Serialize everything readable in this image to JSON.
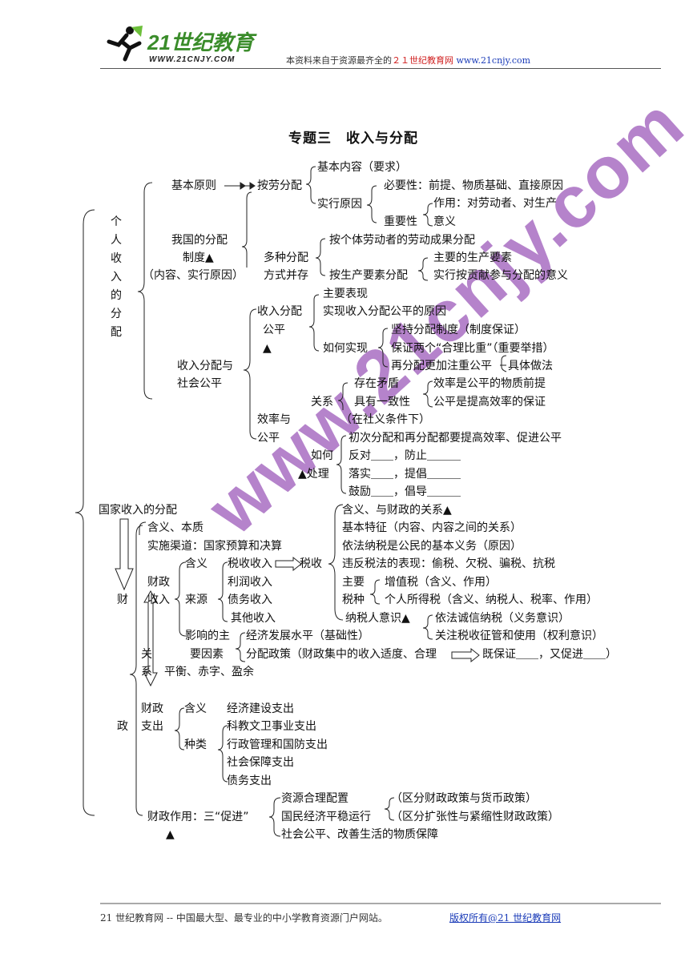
{
  "header": {
    "logo_brand": "21世纪教育",
    "logo_url": "WWW.21CNJY.COM",
    "note_prefix": "本资料来自于资源最齐全的",
    "note_site": "２１世纪教育网",
    "note_url": "www.21cnjy.com"
  },
  "title": "专题三　收入与分配",
  "left_vertical_1": [
    "个",
    "人",
    "收",
    "入",
    "的",
    "分",
    "配"
  ],
  "left_vertical_2": [
    "财",
    "政"
  ],
  "left_vertical_3": [
    "关",
    "系"
  ],
  "income": {
    "basic_principle": "基本原则",
    "by_labor": "按劳分配",
    "basic_content": "基本内容（要求）",
    "reasons": "实行原因",
    "necessity": "必要性：前提、物质基础、直接原因",
    "effect": "作用：对劳动者、对生产",
    "importance": "重要性",
    "meaning": "意义",
    "system_1": "我国的分配",
    "system_2": "制度▲",
    "system_3": "（内容、实行原因）",
    "multi_1": "多种分配",
    "multi_2": "方式并存",
    "by_individual": "按个体劳动者的劳动成果分配",
    "by_factors": "按生产要素分配",
    "main_factors": "主要的生产要素",
    "contribution": "实行按贡献参与分配的意义",
    "fair_1": "收入分配",
    "fair_2": "公平",
    "fair_3": "▲",
    "main_forms": "主要表现",
    "fair_reason": "实现收入分配公平的原因",
    "how_realize": "如何实现",
    "adhere": "坚持分配制度（制度保证）",
    "ensure_two": "保证两个“合理比重”（重要举措）",
    "redistribute": "再分配更加注重公平",
    "concrete": "具体做法",
    "social_1": "收入分配与",
    "social_2": "社会公平",
    "eff_1": "效率与",
    "eff_2": "公平",
    "relation": "关系",
    "contradiction": "存在矛盾",
    "consistency": "具有一致性",
    "socialism": "（在社义条件下）",
    "eff_base": "效率是公平的物质前提",
    "fair_guarantee": "公平是提高效率的保证",
    "how_1": "如何",
    "how_2": "▲处理",
    "both_improve": "初次分配和再分配都要提高效率、促进公平",
    "oppose": "反对＿＿，防止＿＿＿",
    "implement": "落实＿＿，提倡＿＿＿",
    "encourage": "鼓励＿＿，倡导＿＿＿"
  },
  "national": {
    "heading": "国家收入的分配",
    "meaning_essence": "含义、本质",
    "channel": "实施渠道：国家预算和决算",
    "revenue_1": "财政",
    "revenue_2": "收入",
    "meaning": "含义",
    "source": "来源",
    "tax_income": "税收收入",
    "profit_income": "利润收入",
    "debt_income": "债务收入",
    "other_income": "其他收入",
    "factors_1": "影响的主",
    "factors_2": "要因素",
    "econ_level": "经济发展水平（基础性）",
    "policy": "分配政策（财政集中的收入适度、合理",
    "both_ensure": "既保证＿＿，又促进＿＿）",
    "balance": "平衡、赤字、盈余",
    "tax": "税收",
    "tax_relation": "含义、与财政的关系▲",
    "tax_features": "基本特征（内容、内容之间的关系）",
    "tax_duty": "依法纳税是公民的基本义务（原因）",
    "tax_violation": "违反税法的表现：偷税、欠税、骗税、抗税",
    "major_1": "主要",
    "major_2": "税种",
    "vat": "增值税（含义、作用）",
    "iit": "个人所得税（含义、纳税人、税率、作用）",
    "taxpayer": "纳税人意识▲",
    "honest": "依法诚信纳税（义务意识）",
    "supervise": "关注税收征管和使用（权利意识）",
    "exp_1": "财政",
    "exp_2": "支出",
    "exp_meaning": "含义",
    "exp_kinds": "种类",
    "econ_build": "经济建设支出",
    "sci_edu": "科教文卫事业支出",
    "admin_def": "行政管理和国防支出",
    "social_sec": "社会保障支出",
    "debt_exp": "债务支出",
    "role": "财政作用：三“促进”",
    "role_mark": "▲",
    "resource": "资源合理配置",
    "stable": "国民经济平稳运行",
    "social_fair": "社会公平、改善生活的物质保障",
    "distinguish_1": "（区分财政政策与货币政策）",
    "distinguish_2": "（区分扩张性与紧缩性财政政策）"
  },
  "watermark": "www.21cnjy.com",
  "footer": {
    "left": "21 世纪教育网 -- 中国最大型、最专业的中小学教育资源门户网站。",
    "right": "版权所有@21 世纪教育网"
  }
}
